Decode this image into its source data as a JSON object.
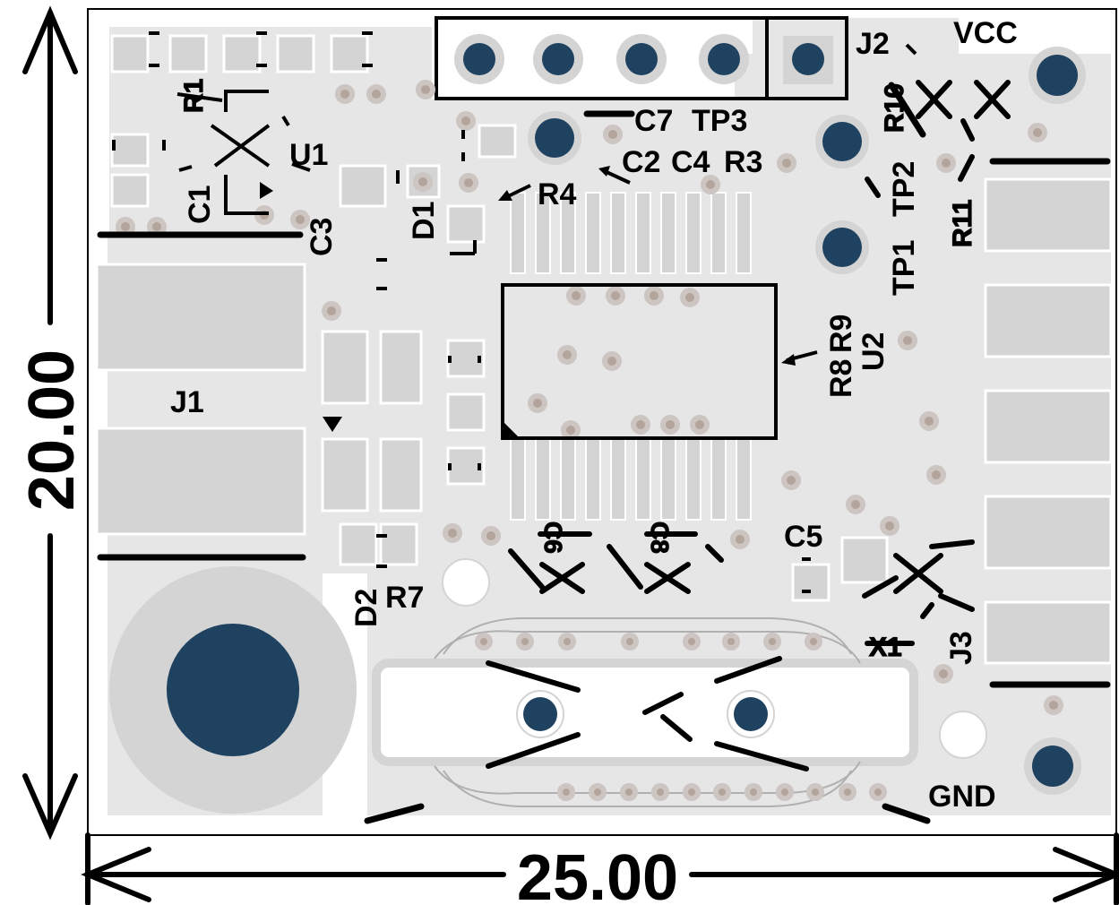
{
  "board": {
    "colors": {
      "background": "#ffffff",
      "copper_fill": "#e6e6e6",
      "pad_gray": "#d4d4d4",
      "via_ring": "#ccc5c1",
      "via_hole": "#b3a49c",
      "plated_hole": "#1f4261",
      "silkscreen": "#000000",
      "outline": "#000000"
    },
    "labels": {
      "vcc": "VCC",
      "j2": "J2",
      "r10": "R10",
      "c7": "C7",
      "tp3": "TP3",
      "c2": "C2",
      "c4": "C4",
      "r3": "R3",
      "r4": "R4",
      "r1": "R1",
      "u1": "U1",
      "c1": "C1",
      "c3": "C3",
      "d1": "D1",
      "tp2": "TP2",
      "r11": "R11",
      "tp1": "TP1",
      "r8": "R8",
      "r9": "R9",
      "u2": "U2",
      "j1": "J1",
      "c5": "C5",
      "c6": "C6",
      "c8": "C8",
      "d2": "D2",
      "r7": "R7",
      "x1": "X1",
      "j3": "J3",
      "gnd": "GND"
    },
    "dimensions": {
      "width": "25.00",
      "height": "20.00"
    }
  }
}
